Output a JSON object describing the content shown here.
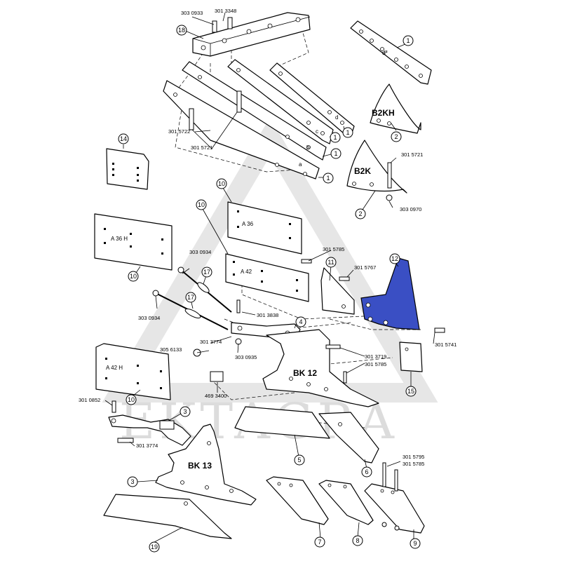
{
  "watermark": "EKTAGRA",
  "accent_color": "#3a4fc4",
  "callouts": {
    "c1a": "1",
    "c1b": "1",
    "c1c": "1",
    "c1d": "1",
    "c1e": "1",
    "c2a": "2",
    "c2b": "2",
    "c3a": "3",
    "c3b": "3",
    "c4": "4",
    "c5": "5",
    "c6": "6",
    "c7": "7",
    "c8": "8",
    "c9": "9",
    "c10a": "10",
    "c10b": "10",
    "c10c": "10",
    "c10d": "10",
    "c11": "11",
    "c12": "12",
    "c14": "14",
    "c15": "15",
    "c17a": "17",
    "c17b": "17",
    "c18": "18",
    "c19": "19"
  },
  "part_numbers": {
    "p3030933top": "303 0933",
    "p3013348": "301 3348",
    "p3015722": "301 5722",
    "p3015721a": "301 5721",
    "p3015721b": "301 5721",
    "p3030970": "303 0970",
    "p3015785a": "301 5785",
    "p3015767": "301 5767",
    "p3030934a": "303 0934",
    "p3030934b": "303 0934",
    "p3013838": "301 3838",
    "p3013774a": "301 3774",
    "p3030935": "303 0935",
    "p3056133": "305 6133",
    "p3013719": "301 3719",
    "p3015785b": "301 5785",
    "p3015741": "301 5741",
    "p4693400": "469 3400",
    "p3010852": "301 0852",
    "p3013774b": "301 3774",
    "p3015795": "301 5795",
    "p3015785c": "301 5785"
  },
  "labels": {
    "d2": "d²",
    "a": "a",
    "b": "b",
    "c": "c",
    "d": "d",
    "B2KH": "B2KH",
    "B2K": "B2K",
    "A36": "A 36",
    "A36H": "A 36 H",
    "A42": "A 42",
    "A42H": "A 42 H",
    "BK12": "BK 12",
    "BK13": "BK 13"
  }
}
